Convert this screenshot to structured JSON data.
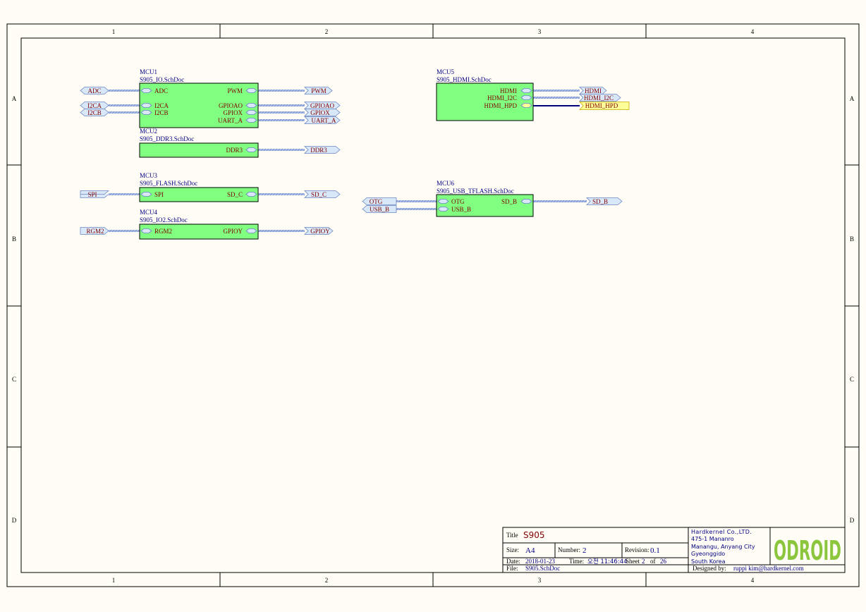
{
  "border": {
    "columns": [
      "1",
      "2",
      "3",
      "4"
    ],
    "rows": [
      "A",
      "B",
      "C",
      "D"
    ]
  },
  "sheets": [
    {
      "designator": "MCU1",
      "file": "S905_IO.SchDoc",
      "left_pins": [
        "ADC",
        "I2CA",
        "I2CB"
      ],
      "right_pins": [
        "PWM",
        "GPIOAO",
        "GPIOX",
        "UART_A"
      ]
    },
    {
      "designator": "MCU2",
      "file": "S905_DDR3.SchDoc",
      "left_pins": [],
      "right_pins": [
        "DDR3"
      ]
    },
    {
      "designator": "MCU3",
      "file": "S905_FLASH.SchDoc",
      "left_pins": [
        "SPI"
      ],
      "right_pins": [
        "SD_C"
      ]
    },
    {
      "designator": "MCU4",
      "file": "S905_IO2.SchDoc",
      "left_pins": [
        "RGM2"
      ],
      "right_pins": [
        "GPIOY"
      ]
    },
    {
      "designator": "MCU5",
      "file": "S905_HDMI.SchDoc",
      "left_pins": [],
      "right_pins": [
        "HDMI",
        "HDMI_I2C",
        "HDMI_HPD"
      ]
    },
    {
      "designator": "MCU6",
      "file": "S905_USB_TFLASH.SchDoc",
      "left_pins": [
        "OTG",
        "USB_B"
      ],
      "right_pins": [
        "SD_B"
      ]
    }
  ],
  "ports": [
    "ADC",
    "I2CA",
    "I2CB",
    "PWM",
    "GPIOAO",
    "GPIOX",
    "UART_A",
    "DDR3",
    "SPI",
    "SD_C",
    "RGM2",
    "GPIOY",
    "HDMI",
    "HDMI_I2C",
    "HDMI_HPD",
    "OTG",
    "USB_B",
    "SD_B"
  ],
  "title_block": {
    "title_label": "Title",
    "title": "S905",
    "size_label": "Size:",
    "size": "A4",
    "number_label": "Number:",
    "number": "2",
    "revision_label": "Revision:",
    "revision": "0.1",
    "date_label": "Date:",
    "date": "2018-01-23",
    "time_label": "Time:",
    "time": "오전 11:46:44",
    "sheet_label": "Sheet",
    "sheet": "2",
    "of_label": "of",
    "sheet_total": "26",
    "file_label": "File:",
    "file": "S905.SchDoc",
    "company": [
      "Hardkernel Co.,LTD.",
      "475-1 Mananro",
      "Manangu, Anyang City",
      "Gyeonggido",
      "South Korea"
    ],
    "designed_by_label": "Designed by:",
    "designed_by": "ruppi kim@hardkernel.com",
    "logo": "ODROID"
  },
  "colors": {
    "paper": "#fffdf6",
    "sheet_fill": "#80ff80",
    "sheet_text": "#800000",
    "designator_text": "#000080",
    "port_fill": "#d8e8f8",
    "port_active_fill": "#ffff99",
    "bus": "#8ea4d8",
    "wire": "#000080",
    "logo_green": "#8cc63e"
  }
}
